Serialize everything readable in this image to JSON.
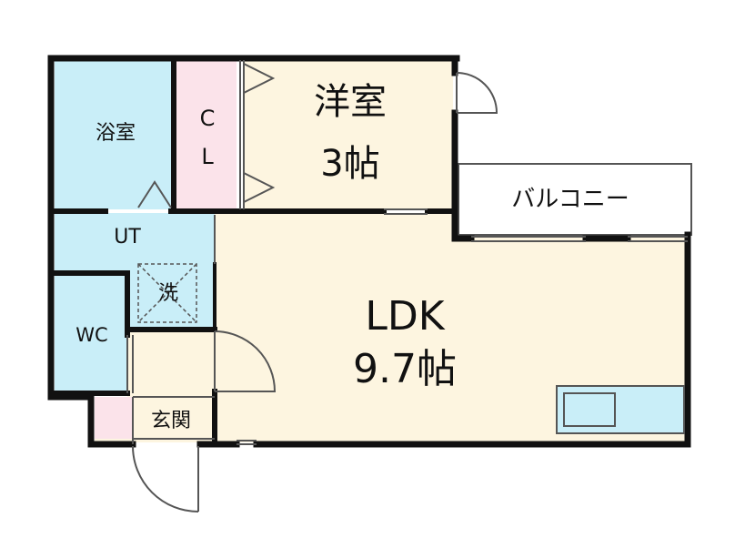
{
  "rooms": {
    "yoshitsu": {
      "name": "洋室",
      "size": "3帖"
    },
    "ldk": {
      "name": "LDK",
      "size": "9.7帖"
    },
    "bathroom": {
      "name": "浴室"
    },
    "closet": {
      "line1": "C",
      "line2": "L"
    },
    "balcony": {
      "name": "バルコニー"
    },
    "utility": {
      "name": "UT"
    },
    "washer": {
      "name": "洗"
    },
    "toilet": {
      "name": "WC"
    },
    "entrance": {
      "name": "玄関"
    }
  },
  "colors": {
    "wall": "#111111",
    "wet_area": "#c9eef8",
    "room_floor": "#fdf5e0",
    "closet": "#fbe3ea",
    "balcony": "#ffffff",
    "kitchen": "#c9eef8"
  }
}
